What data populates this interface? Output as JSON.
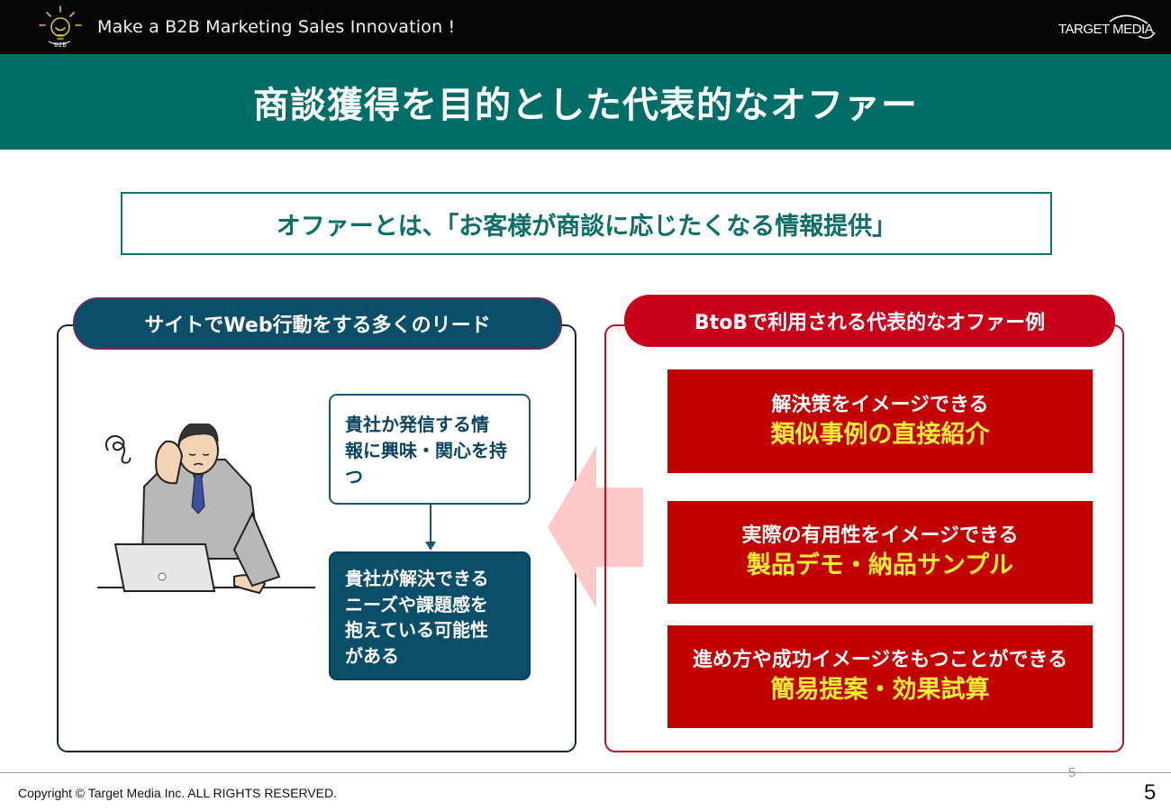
{
  "header": {
    "tagline": "Make a B2B Marketing Sales Innovation !",
    "logo_text": "TARGET MEDIA"
  },
  "slide": {
    "title": "商談獲得を目的とした代表的なオファー",
    "definition": "オファーとは、「お客様が商談に応じたくなる情報提供」"
  },
  "left_panel": {
    "heading": "サイトでWeb行動をする多くのリード",
    "box1_lines": [
      "貴社か発信する情",
      "報に興味・関心を持",
      "つ"
    ],
    "box2_lines": [
      "貴社が解決できる",
      "ニーズや課題感を",
      "抱えている可能性",
      "がある"
    ]
  },
  "right_panel": {
    "heading": "BtoBで利用される代表的なオファー例",
    "offers": [
      {
        "sub": "解決策をイメージできる",
        "main": "類似事例の直接紹介"
      },
      {
        "sub": "実際の有用性をイメージできる",
        "main": "製品デモ・納品サンプル"
      },
      {
        "sub": "進め方や成功イメージをもつことができる",
        "main": "簡易提案・効果試算"
      }
    ]
  },
  "footer": {
    "copyright": "Copyright © Target Media Inc. ALL RIGHTS RESERVED.",
    "page_number_small": "5",
    "page_number": "5"
  },
  "colors": {
    "header_bg": "#050505",
    "title_bg": "#006e67",
    "navy": "#0b4e6a",
    "red": "#c20000",
    "yellow_text": "#ffee32",
    "arrow_pink": "#fcc8c8"
  }
}
